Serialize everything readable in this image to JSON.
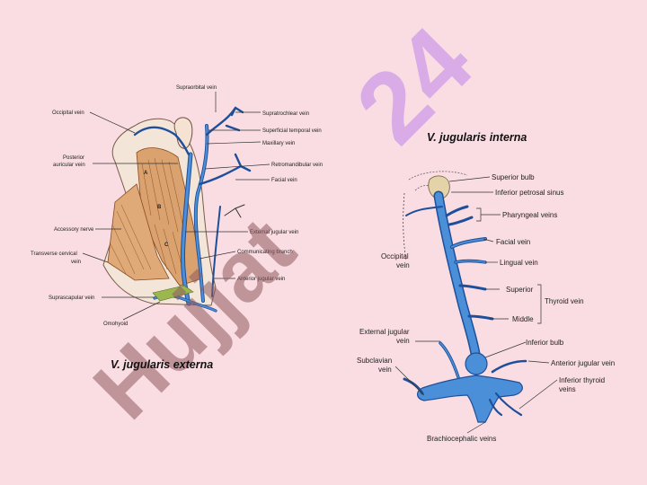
{
  "colors": {
    "background": "#f9dde3",
    "vein": "#4a8fd8",
    "vein_dark": "#1f4f9a",
    "muscle": "#d9a26e",
    "muscle_line": "#8a4a22",
    "watermark_left": "#8f5a5e",
    "watermark_right": "#d4a3e8"
  },
  "watermark": {
    "left": "Hujjat",
    "right": "24"
  },
  "left_figure": {
    "caption": "V. jugularis externa",
    "labels": [
      "Supraorbital vein",
      "Occipital vein",
      "Supratrochlear vein",
      "Superficial temporal vein",
      "Maxillary vein",
      "Posterior",
      "auricular vein",
      "Retromandibular vein",
      "Facial vein",
      "Accessory nerve",
      "External jugular vein",
      "Transverse cervical",
      "vein",
      "Communicating branch",
      "Anterior jugular vein",
      "Suprascapular vein",
      "Omohyoid"
    ],
    "muscle_letters": [
      "A",
      "B",
      "C"
    ]
  },
  "right_figure": {
    "caption": "V. jugularis interna",
    "labels": [
      "Superior bulb",
      "Inferior petrosal sinus",
      "Pharyngeal veins",
      "Facial vein",
      "Occipital",
      "vein",
      "Lingual vein",
      "Superior",
      "Thyroid vein",
      "Middle",
      "External jugular",
      "vein",
      "Inferior bulb",
      "Subclavian",
      "vein",
      "Anterior jugular vein",
      "Inferior thyroid",
      "veins",
      "Brachiocephalic veins"
    ]
  }
}
